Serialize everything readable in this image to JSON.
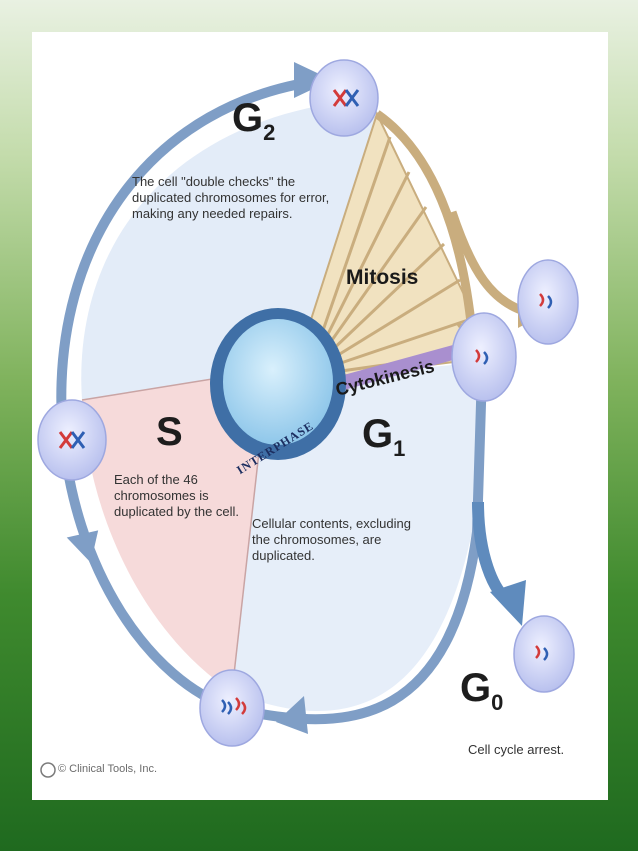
{
  "phases": {
    "g2": {
      "letter": "G",
      "subscript": "2",
      "description": "The cell \"double checks\" the duplicated chromosomes for error, making any needed repairs."
    },
    "s": {
      "letter": "S",
      "description": "Each of the 46 chromosomes is duplicated by the cell."
    },
    "g1": {
      "letter": "G",
      "subscript": "1",
      "description": "Cellular contents, excluding the chromosomes, are duplicated."
    },
    "g0": {
      "letter": "G",
      "subscript": "0",
      "description": "Cell cycle arrest."
    }
  },
  "labels": {
    "mitosis": "Mitosis",
    "cytokinesis": "Cytokinesis",
    "interphase": "INTERPHASE"
  },
  "copyright": "© Clinical Tools, Inc.",
  "colors": {
    "cycle_ring": "#7f9ec6",
    "g2_fill": "#e3ecf8",
    "s_fill": "#f6dada",
    "g1_fill": "#e6eef9",
    "mitosis_fill": "#f1e2c0",
    "mitosis_stripe": "#c9ad7e",
    "cytokinesis": "#a98fcf",
    "nucleus": "#a9d7f2",
    "nucleus_ring": "#3f6fa6",
    "cell": "#c7cdf2",
    "chromosome_red": "#d33b3b",
    "chromosome_blue": "#2f5fb3"
  }
}
